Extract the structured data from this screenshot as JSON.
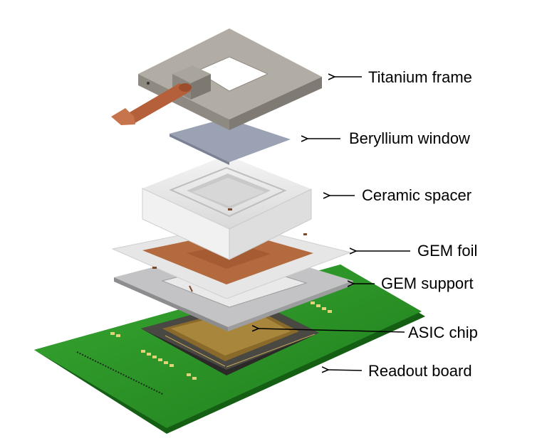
{
  "labels": {
    "titanium_frame": "Titanium frame",
    "beryllium_window": "Beryllium window",
    "ceramic_spacer": "Ceramic spacer",
    "gem_foil": "GEM foil",
    "gem_support": "GEM support",
    "asic_chip": "ASIC chip",
    "readout_board": "Readout board"
  },
  "colors": {
    "board": "#2e9a2a",
    "titanium": "#a8a39a",
    "copper_pipe": "#b5603a",
    "beryllium": "#9aa2b4",
    "ceramic": "#eaeaea",
    "gem_copper": "#b36a3e",
    "gem_support": "#b9b9bb",
    "asic": "#3a3a38",
    "pads": "#e2d27a"
  }
}
